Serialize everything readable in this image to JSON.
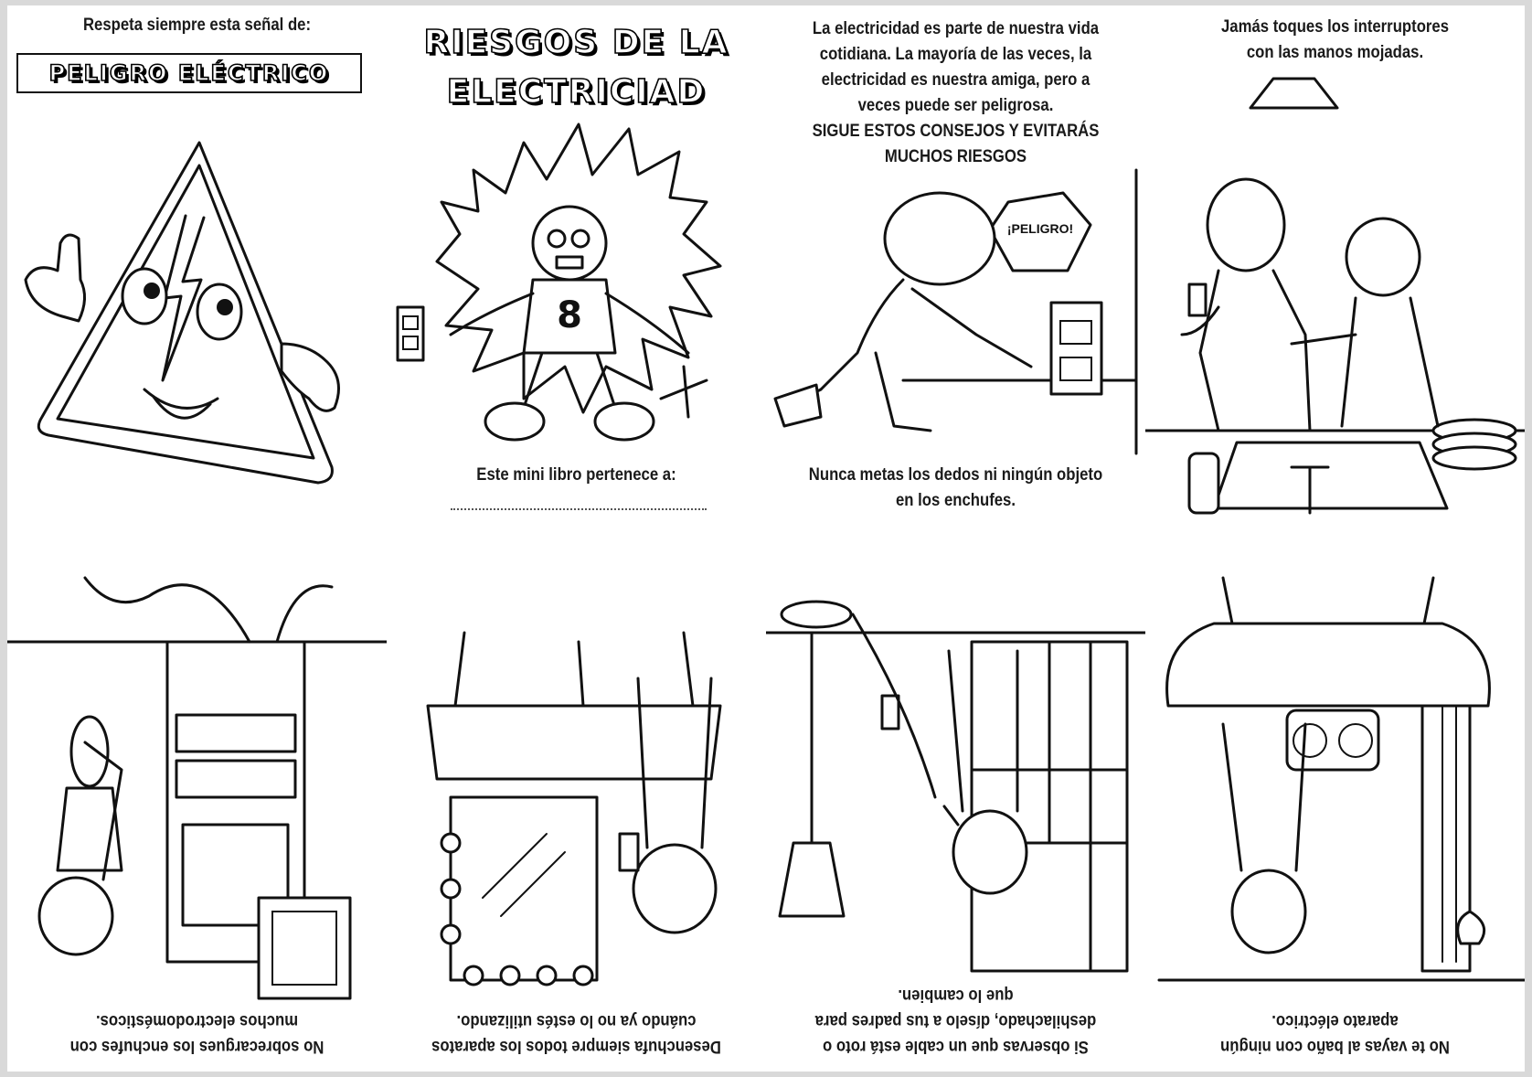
{
  "panels": {
    "signal": {
      "caption": "Respeta siempre esta señal de:",
      "title": "PELIGRO ELÉCTRICO"
    },
    "cover": {
      "title_line1": "RIESGOS DE LA",
      "title_line2": "ELECTRICIAD",
      "jersey_number": "8",
      "owner_label": "Este mini libro pertenece a:"
    },
    "intro": {
      "line1": "La electricidad es parte de nuestra vida",
      "line2": "cotidiana. La mayoría de las veces, la",
      "line3": "electricidad es nuestra amiga, pero a",
      "line4": "veces puede ser peligrosa.",
      "line5": "SIGUE ESTOS CONSEJOS Y EVITARÁS",
      "line6": "MUCHOS RIESGOS",
      "sign_text": "¡PELIGRO!",
      "caption_line1": "Nunca metas los dedos ni ningún objeto",
      "caption_line2": "en los enchufes."
    },
    "wet_hands": {
      "line1": "Jamás toques los interruptores",
      "line2": "con las manos mojadas."
    },
    "bath": {
      "line1": "No te vayas al baño con ningún",
      "line2": "aparato eléctrico."
    },
    "cable": {
      "line1": "Si observas que un cable está roto o",
      "line2": "deshilachado, díselo a tus padres para",
      "line3": "que lo cambien."
    },
    "unplug": {
      "line1": "Desenchufa siempre todos los aparatos",
      "line2": "cuándo ya no lo estés utilizando."
    },
    "overload": {
      "line1": "No sobrecargues los enchufes con",
      "line2": "muchos electrodomésticos."
    }
  }
}
